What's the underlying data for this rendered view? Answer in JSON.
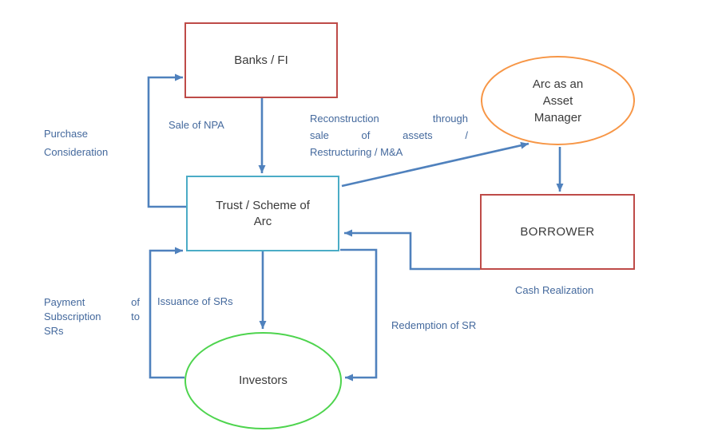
{
  "diagram": {
    "title": "ARC asset reconstruction flow",
    "nodes": {
      "banks_fi": {
        "label": "Banks / FI",
        "shape": "rectangle",
        "border_color": "#BE4B48"
      },
      "arc_asset_manager": {
        "lines": [
          "Arc as an",
          "Asset",
          "Manager"
        ],
        "shape": "ellipse",
        "border_color": "#F79646"
      },
      "trust_scheme": {
        "lines": [
          "Trust / Scheme of",
          "Arc"
        ],
        "shape": "rectangle",
        "border_color": "#4BACC6"
      },
      "borrower": {
        "label": "BORROWER",
        "shape": "rectangle",
        "border_color": "#BE4B48"
      },
      "investors": {
        "label": "Investors",
        "shape": "ellipse",
        "border_color": "#4ED44E"
      }
    },
    "labels": {
      "purchase_consideration": {
        "lines": [
          "Purchase",
          "Consideration"
        ]
      },
      "sale_of_npa": {
        "text": "Sale of NPA"
      },
      "reconstruction": {
        "lines": [
          "Reconstruction through",
          "sale of assets /",
          "Restructuring / M&A"
        ]
      },
      "payment_subscription": {
        "lines": [
          "Payment of",
          "Subscription to",
          "SRs"
        ]
      },
      "issuance_srs": {
        "text": "Issuance of SRs"
      },
      "redemption_sr": {
        "text": "Redemption of SR"
      },
      "cash_realization": {
        "text": "Cash Realization"
      }
    },
    "colors": {
      "connector": "#4F81BD",
      "label_text": "#44699D",
      "node_text": "#3a3a3a",
      "background": "#FFFFFF"
    }
  }
}
